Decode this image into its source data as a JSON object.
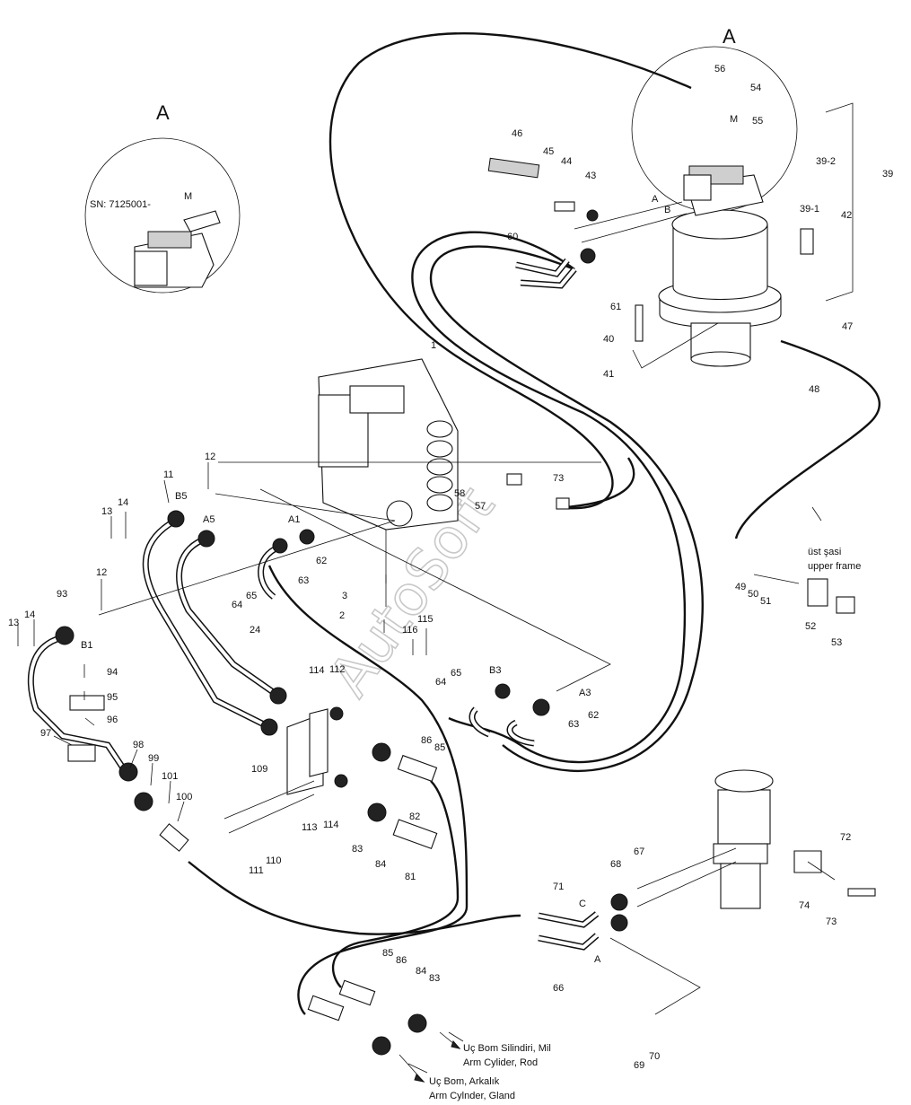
{
  "detail_labels": {
    "view_main": "A",
    "view_inset": "A"
  },
  "serial_note": "SN: 7125001-",
  "port_labels": [
    "B5",
    "A5",
    "A1",
    "B1",
    "B3",
    "A3",
    "A",
    "B",
    "C",
    "A",
    "M",
    "M"
  ],
  "callouts": [
    "56",
    "54",
    "M",
    "55",
    "39-2",
    "39",
    "46",
    "45",
    "44",
    "43",
    "39-1",
    "42",
    "60",
    "61",
    "40",
    "47",
    "41",
    "48",
    "1",
    "12",
    "11",
    "14",
    "13",
    "58",
    "57",
    "73",
    "62",
    "63",
    "65",
    "64",
    "3",
    "2",
    "116",
    "115",
    "24",
    "12",
    "93",
    "14",
    "13",
    "94",
    "95",
    "96",
    "97",
    "98",
    "99",
    "101",
    "100",
    "114",
    "112",
    "109",
    "113",
    "114",
    "110",
    "111",
    "83",
    "84",
    "86",
    "85",
    "82",
    "81",
    "64",
    "65",
    "B3",
    "62",
    "63",
    "49",
    "50",
    "51",
    "52",
    "53",
    "72",
    "74",
    "73",
    "67",
    "68",
    "71",
    "66",
    "70",
    "69",
    "85",
    "86",
    "84",
    "83"
  ],
  "frame_note": {
    "line1": "üst şasi",
    "line2": "upper frame"
  },
  "destinations": [
    {
      "tr": "Uç Bom Silindiri, Mil",
      "en": "Arm Cylider, Rod"
    },
    {
      "tr": "Uç Bom, Arkalık",
      "en": "Arm Cylnder, Gland"
    }
  ],
  "watermark": "AutoSoft"
}
